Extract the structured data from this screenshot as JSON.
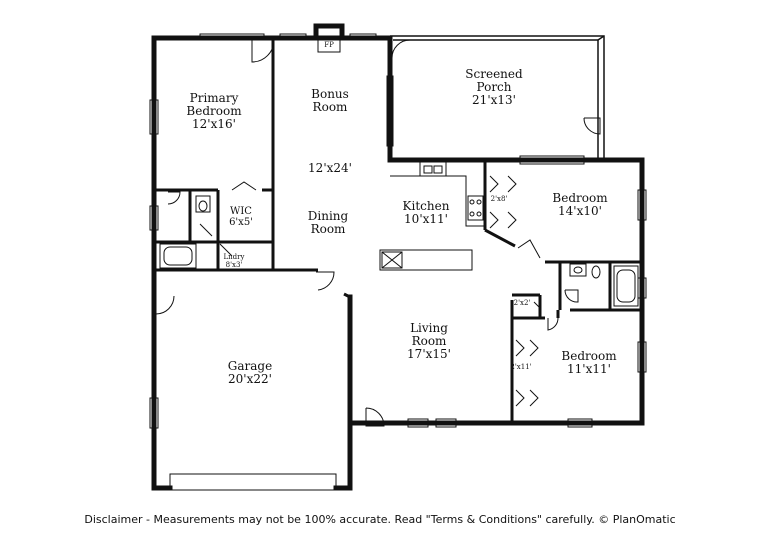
{
  "plan": {
    "rooms": [
      {
        "id": "primary-bedroom",
        "name": "Primary\nBedroom",
        "dim": "12'x16'"
      },
      {
        "id": "bonus-room",
        "name": "Bonus\nRoom",
        "dim": ""
      },
      {
        "id": "bonus-room-dim",
        "name": "12'x24'",
        "dim": ""
      },
      {
        "id": "dining-room",
        "name": "Dining\nRoom",
        "dim": ""
      },
      {
        "id": "screened-porch",
        "name": "Screened\nPorch",
        "dim": "21'x13'"
      },
      {
        "id": "kitchen",
        "name": "Kitchen",
        "dim": "10'x11'"
      },
      {
        "id": "bedroom-1",
        "name": "Bedroom",
        "dim": "14'x10'"
      },
      {
        "id": "wic",
        "name": "WIC",
        "dim": "6'x5'"
      },
      {
        "id": "living-room",
        "name": "Living\nRoom",
        "dim": "17'x15'"
      },
      {
        "id": "garage",
        "name": "Garage",
        "dim": "20'x22'"
      },
      {
        "id": "bedroom-2",
        "name": "Bedroom",
        "dim": "11'x11'"
      }
    ],
    "small_labels": [
      {
        "id": "fireplace",
        "text": "FP"
      },
      {
        "id": "laundry",
        "text": "Lndry\n8'x3'"
      },
      {
        "id": "closet-2x8",
        "text": "2'x8'"
      },
      {
        "id": "closet-2x2",
        "text": "2'x2'"
      },
      {
        "id": "closet-2x11",
        "text": "2'x11'"
      }
    ],
    "disclaimer": "Disclaimer - Measurements may not be 100% accurate. Read \"Terms & Conditions\" carefully. © PlanOmatic"
  }
}
